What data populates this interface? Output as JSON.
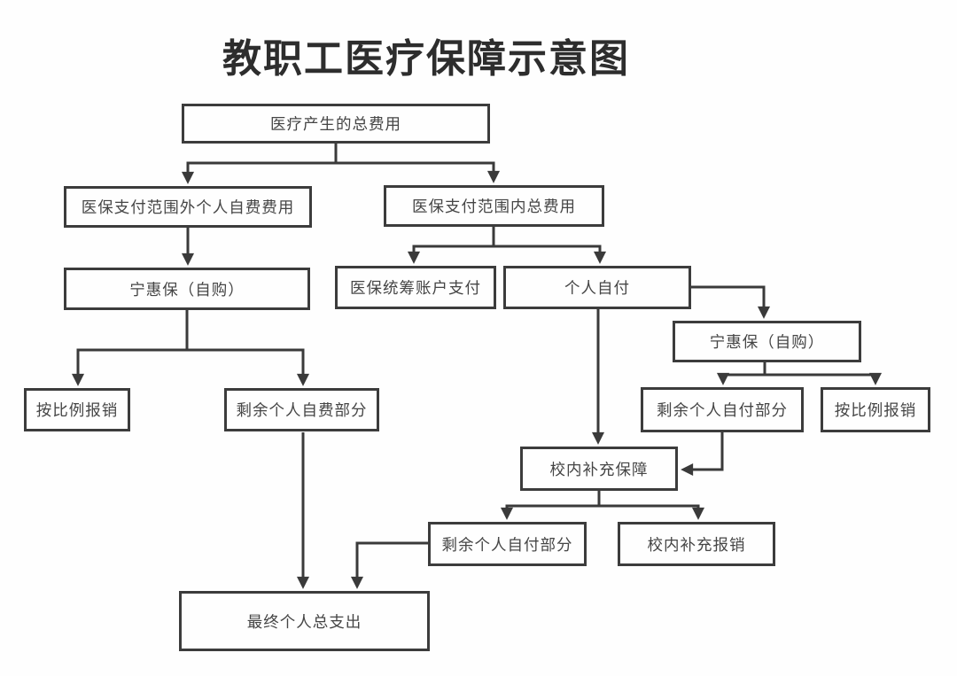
{
  "title": "教职工医疗保障示意图",
  "colors": {
    "background": "#fefefe",
    "line": "#3a3a3a",
    "box_border": "#3c3c3c",
    "box_fill": "#fefefe",
    "box_text": "#454545",
    "title_text": "#2d2d2d"
  },
  "nodes": {
    "total_cost": {
      "label": "医疗产生的总费用"
    },
    "out_of_scope_self_paid": {
      "label": "医保支付范围外个人自费费用"
    },
    "in_scope_total": {
      "label": "医保支付范围内总费用"
    },
    "ninghuibao_left": {
      "label": "宁惠保（自购）"
    },
    "pooled_account_pay": {
      "label": "医保统筹账户支付"
    },
    "personal_pay": {
      "label": "个人自付"
    },
    "ninghuibao_right": {
      "label": "宁惠保（自购）"
    },
    "proportional_reimburse_left": {
      "label": "按比例报销"
    },
    "remaining_self_funded": {
      "label": "剩余个人自费部分"
    },
    "remaining_personal_right": {
      "label": "剩余个人自付部分"
    },
    "proportional_reimburse_right": {
      "label": "按比例报销"
    },
    "campus_supplement_guarantee": {
      "label": "校内补充保障"
    },
    "remaining_personal_bottom": {
      "label": "剩余个人自付部分"
    },
    "campus_supplement_reimburse": {
      "label": "校内补充报销"
    },
    "final_total_spending": {
      "label": "最终个人总支出"
    }
  },
  "edges": [
    {
      "from": "医疗产生的总费用",
      "to": "医保支付范围外个人自费费用"
    },
    {
      "from": "医疗产生的总费用",
      "to": "医保支付范围内总费用"
    },
    {
      "from": "医保支付范围外个人自费费用",
      "to": "宁惠保（自购）"
    },
    {
      "from": "宁惠保（自购）",
      "to": "按比例报销"
    },
    {
      "from": "宁惠保（自购）",
      "to": "剩余个人自费部分"
    },
    {
      "from": "医保支付范围内总费用",
      "to": "医保统筹账户支付"
    },
    {
      "from": "医保支付范围内总费用",
      "to": "个人自付"
    },
    {
      "from": "个人自付",
      "to": "宁惠保（自购）"
    },
    {
      "from": "宁惠保（自购）",
      "to": "剩余个人自付部分"
    },
    {
      "from": "宁惠保（自购）",
      "to": "按比例报销"
    },
    {
      "from": "个人自付",
      "to": "校内补充保障"
    },
    {
      "from": "剩余个人自付部分",
      "to": "校内补充保障"
    },
    {
      "from": "校内补充保障",
      "to": "剩余个人自付部分"
    },
    {
      "from": "校内补充保障",
      "to": "校内补充报销"
    },
    {
      "from": "剩余个人自费部分",
      "to": "最终个人总支出"
    },
    {
      "from": "剩余个人自付部分",
      "to": "最终个人总支出"
    }
  ]
}
